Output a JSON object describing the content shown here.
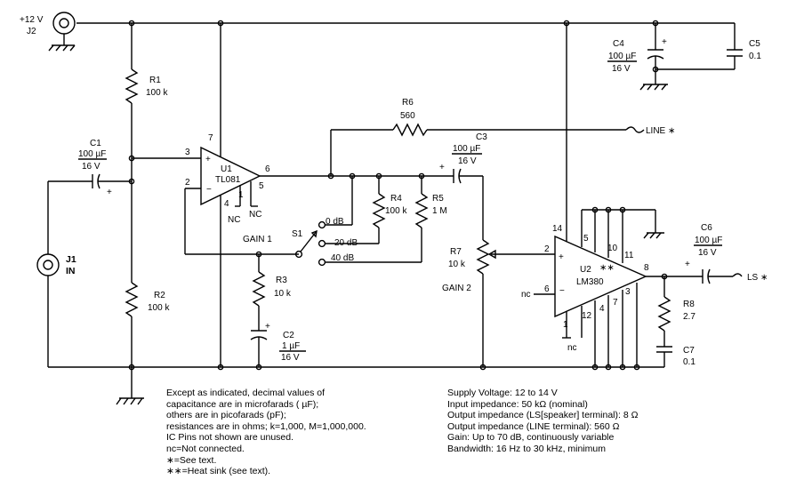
{
  "labels": {
    "supply": "+12 V",
    "j2": "J2",
    "j1": "J1",
    "j1_in": "IN",
    "r1": "R1",
    "r1_val": "100 k",
    "r2": "R2",
    "r2_val": "100 k",
    "c1": "C1",
    "c1_val1": "100 µF",
    "c1_val2": "16 V",
    "u1": "U1",
    "u1_part": "TL081",
    "gain1": "GAIN 1",
    "r6": "R6",
    "r6_val": "560",
    "line_out": "LINE ∗",
    "c3": "C3",
    "c3_val1": "100 µF",
    "c3_val2": "16 V",
    "r4": "R4",
    "r4_val": "100 k",
    "r5": "R5",
    "r5_val": "1 M",
    "s1": "S1",
    "pos_0db": "0 dB",
    "pos_20db": "20 dB",
    "pos_40db": "40 dB",
    "r3": "R3",
    "r3_val": "10 k",
    "c2": "C2",
    "c2_val1": "1 µF",
    "c2_val2": "16 V",
    "r7": "R7",
    "r7_val": "10 k",
    "gain2": "GAIN 2",
    "u2": "U2",
    "u2_part": "LM380",
    "heatsink": "∗∗",
    "c4": "C4",
    "c4_val1": "100 µF",
    "c4_val2": "16 V",
    "c5": "C5",
    "c5_val": "0.1",
    "c6": "C6",
    "c6_val1": "100 µF",
    "c6_val2": "16 V",
    "ls_out": "LS ∗",
    "r8": "R8",
    "r8_val": "2.7",
    "c7": "C7",
    "c7_val": "0.1",
    "nc": "nc",
    "nc_u1": "NC",
    "plus": "+",
    "minus": "−",
    "pins": {
      "u1_3": "3",
      "u1_2": "2",
      "u1_7": "7",
      "u1_6": "6",
      "u1_1": "1",
      "u1_4": "4",
      "u1_5": "5",
      "u2_14": "14",
      "u2_2": "2",
      "u2_6": "6",
      "u2_1": "1",
      "u2_5": "5",
      "u2_10": "10",
      "u2_11": "11",
      "u2_8": "8",
      "u2_3": "3",
      "u2_7": "7",
      "u2_4": "4",
      "u2_12": "12"
    }
  },
  "notes_left": [
    "Except as indicated, decimal values of",
    "capacitance are in microfarads ( µF);",
    "others are in picofarads (pF);",
    "resistances are in ohms; k=1,000, M=1,000,000.",
    "IC Pins not shown are unused.",
    "nc=Not connected.",
    "∗=See text.",
    "∗∗=Heat sink (see text)."
  ],
  "notes_right": [
    "Supply Voltage: 12 to 14 V",
    "Input impedance: 50 kΩ (nominal)",
    "Output impedance (LS[speaker] terminal): 8 Ω",
    "Output impedance (LINE terminal): 560 Ω",
    "Gain: Up to 70 dB, continuously variable",
    "Bandwidth: 16 Hz to 30 kHz, minimum"
  ]
}
